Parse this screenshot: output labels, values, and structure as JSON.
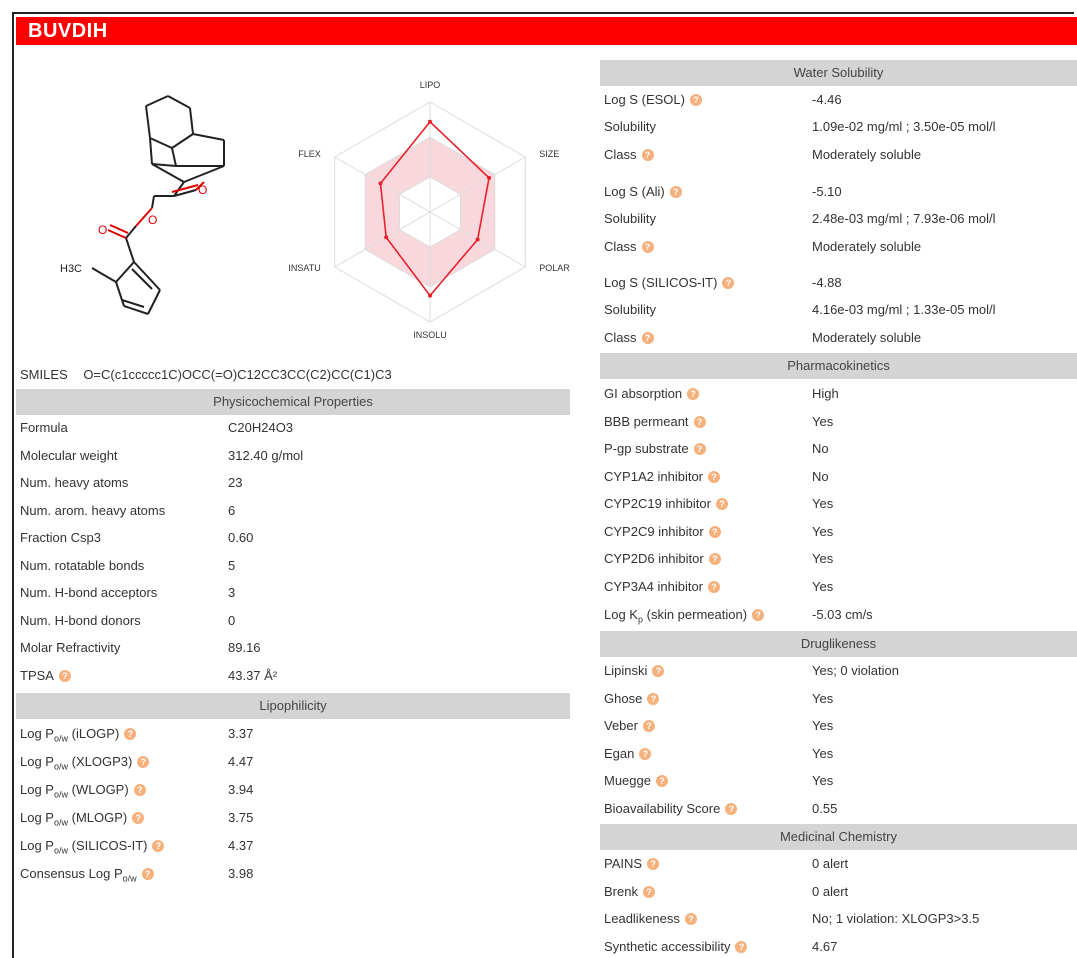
{
  "compound": {
    "name": "BUVDIH"
  },
  "colors": {
    "banner": "#ff0000",
    "section_header": "#d4d4d4",
    "help_icon": "#f5b07c"
  },
  "molecule": {
    "label_h3c": "H3C",
    "label_o1": "O",
    "label_o2": "O",
    "label_o3": "O"
  },
  "radar": {
    "axes": [
      "LIPO",
      "SIZE",
      "POLAR",
      "INSOLU",
      "INSATU",
      "FLEX"
    ],
    "values": [
      0.82,
      0.62,
      0.5,
      0.76,
      0.46,
      0.52
    ]
  },
  "smiles": {
    "label": "SMILES",
    "value": "O=C(c1ccccc1C)OCC(=O)C12CC3CC(C2)CC(C1)C3"
  },
  "physchem": {
    "title": "Physicochemical Properties",
    "rows": [
      {
        "k": "Formula",
        "v": "C20H24O3"
      },
      {
        "k": "Molecular weight",
        "v": "312.40 g/mol"
      },
      {
        "k": "Num. heavy atoms",
        "v": "23"
      },
      {
        "k": "Num. arom. heavy atoms",
        "v": "6"
      },
      {
        "k": "Fraction Csp3",
        "v": "0.60"
      },
      {
        "k": "Num. rotatable bonds",
        "v": "5"
      },
      {
        "k": "Num. H-bond acceptors",
        "v": "3"
      },
      {
        "k": "Num. H-bond donors",
        "v": "0"
      },
      {
        "k": "Molar Refractivity",
        "v": "89.16"
      },
      {
        "k": "TPSA",
        "v": "43.37 Å²"
      }
    ]
  },
  "lipophilicity": {
    "title": "Lipophilicity",
    "log_p": "Log P",
    "ow": "o/w",
    "rows": [
      {
        "method": "(iLOGP)",
        "v": "3.37"
      },
      {
        "method": "(XLOGP3)",
        "v": "4.47"
      },
      {
        "method": "(WLOGP)",
        "v": "3.94"
      },
      {
        "method": "(MLOGP)",
        "v": "3.75"
      },
      {
        "method": "(SILICOS-IT)",
        "v": "4.37"
      }
    ],
    "consensus_prefix": "Consensus",
    "consensus_value": "3.98"
  },
  "water": {
    "title": "Water Solubility",
    "log_s": "Log S",
    "groups": [
      {
        "method": "(ESOL)",
        "logs": "-4.46",
        "sol_k": "Solubility",
        "sol": "1.09e-02 mg/ml ; 3.50e-05 mol/l",
        "class_k": "Class",
        "cls": "Moderately soluble"
      },
      {
        "method": "(Ali)",
        "logs": "-5.10",
        "sol_k": "Solubility",
        "sol": "2.48e-03 mg/ml ; 7.93e-06 mol/l",
        "class_k": "Class",
        "cls": "Moderately soluble"
      },
      {
        "method": "(SILICOS-IT)",
        "logs": "-4.88",
        "sol_k": "Solubility",
        "sol": "4.16e-03 mg/ml ; 1.33e-05 mol/l",
        "class_k": "Class",
        "cls": "Moderately soluble"
      }
    ]
  },
  "pk": {
    "title": "Pharmacokinetics",
    "rows": [
      {
        "k": "GI absorption",
        "v": "High"
      },
      {
        "k": "BBB permeant",
        "v": "Yes"
      },
      {
        "k": "P-gp substrate",
        "v": "No"
      },
      {
        "k": "CYP1A2 inhibitor",
        "v": "No"
      },
      {
        "k": "CYP2C19 inhibitor",
        "v": "Yes"
      },
      {
        "k": "CYP2C9 inhibitor",
        "v": "Yes"
      },
      {
        "k": "CYP2D6 inhibitor",
        "v": "Yes"
      },
      {
        "k": "CYP3A4 inhibitor",
        "v": "Yes"
      }
    ],
    "logkp_prefix": "Log K",
    "logkp_sub": "p",
    "logkp_suffix": "(skin permeation)",
    "logkp_value": "-5.03 cm/s"
  },
  "druglikeness": {
    "title": "Druglikeness",
    "rows": [
      {
        "k": "Lipinski",
        "v": "Yes; 0 violation"
      },
      {
        "k": "Ghose",
        "v": "Yes"
      },
      {
        "k": "Veber",
        "v": "Yes"
      },
      {
        "k": "Egan",
        "v": "Yes"
      },
      {
        "k": "Muegge",
        "v": "Yes"
      },
      {
        "k": "Bioavailability Score",
        "v": "0.55"
      }
    ]
  },
  "medchem": {
    "title": "Medicinal Chemistry",
    "rows": [
      {
        "k": "PAINS",
        "v": "0 alert"
      },
      {
        "k": "Brenk",
        "v": "0 alert"
      },
      {
        "k": "Leadlikeness",
        "v": "No; 1 violation: XLOGP3>3.5"
      },
      {
        "k": "Synthetic accessibility",
        "v": "4.67"
      }
    ]
  }
}
